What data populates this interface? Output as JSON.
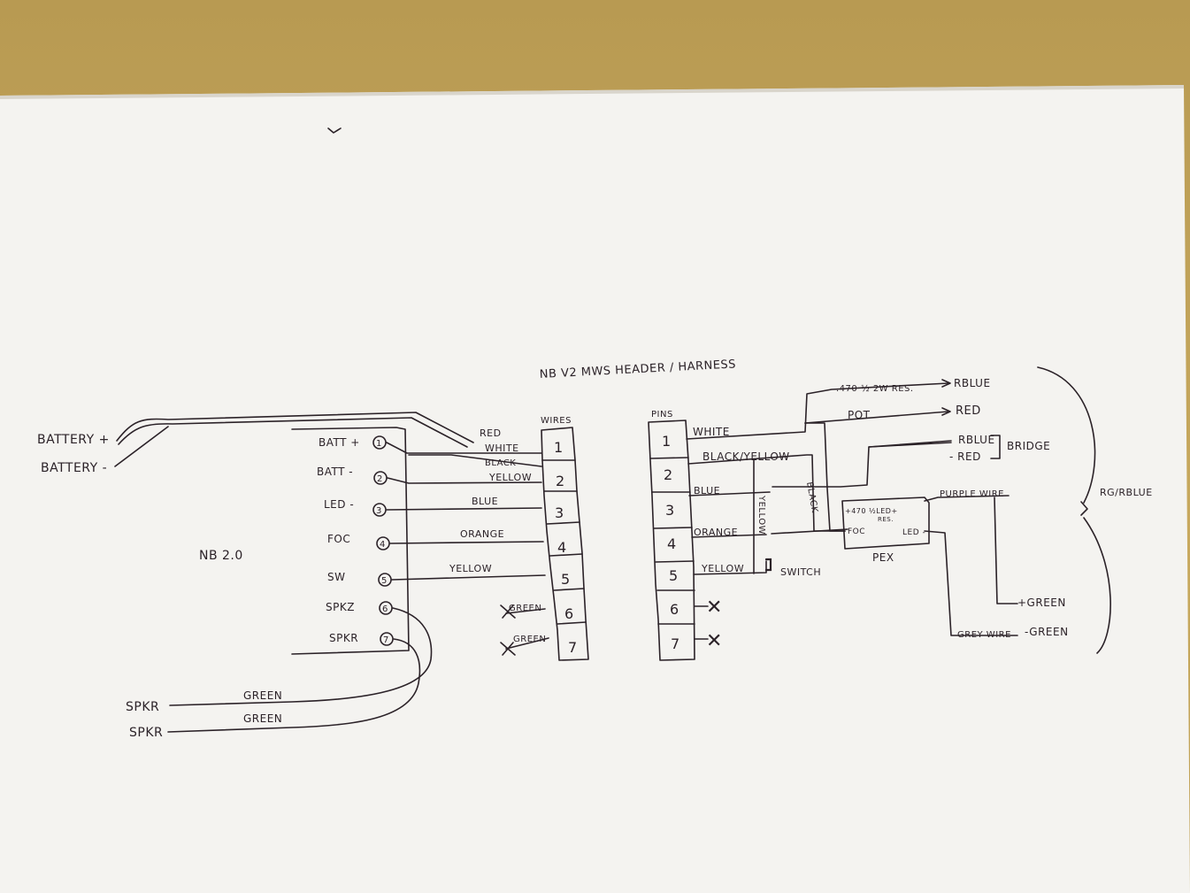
{
  "title": "NB V2 MWS HEADER / HARNESS",
  "left": {
    "battery_plus": "BATTERY +",
    "battery_minus": "BATTERY -",
    "board_label": "NB 2.0",
    "speaker_1": "SPKR",
    "speaker_2": "SPKR",
    "speaker_wire_1": "GREEN",
    "speaker_wire_2": "GREEN",
    "board_pins": [
      {
        "label": "BATT +",
        "num": "1"
      },
      {
        "label": "BATT -",
        "num": "2"
      },
      {
        "label": "LED -",
        "num": "3"
      },
      {
        "label": "FOC",
        "num": "4"
      },
      {
        "label": "SW",
        "num": "5"
      },
      {
        "label": "SPKZ",
        "num": "6"
      },
      {
        "label": "SPKR",
        "num": "7"
      }
    ],
    "wire_colors": [
      "RED",
      "WHITE",
      "BLACK",
      "YELLOW",
      "BLUE",
      "ORANGE",
      "YELLOW",
      "GREEN",
      "GREEN"
    ]
  },
  "wires_header": "WIRES",
  "wires_block": [
    "1",
    "2",
    "3",
    "4",
    "5",
    "6",
    "7"
  ],
  "pins_header": "PINS",
  "pins_block": [
    "1",
    "2",
    "3",
    "4",
    "5",
    "6",
    "7"
  ],
  "right": {
    "pin_wires": [
      "WHITE",
      "BLACK/YELLOW",
      "BLUE",
      "ORANGE",
      "YELLOW"
    ],
    "switch": "SWITCH",
    "yellow_vertical": "YELLOW",
    "black_vertical": "BLACK",
    "resistor": ".470 ½ 2W RES.",
    "pot": "POT",
    "rblue_1": "RBLUE",
    "red_1": "RED",
    "rblue_2": "RBLUE",
    "red_2": "- RED",
    "bridge": "BRIDGE",
    "pcb_res": "+470 ½LED+",
    "pcb_res2": "RES.",
    "pcb_foc": "FOC",
    "pcb_led": "LED -",
    "pcb_label": "PEX",
    "purple_wire": "PURPLE WIRE",
    "plus_green": "+GREEN",
    "grey_wire": "GREY WIRE",
    "minus_green": "-GREEN",
    "rg_rblue": "RG/RBLUE",
    "pin6_x": "✕",
    "pin7_x": "✕"
  }
}
